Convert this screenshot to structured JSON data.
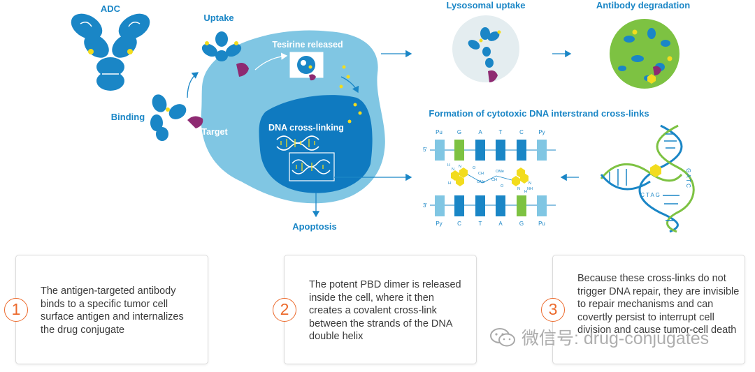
{
  "labels": {
    "adc": "ADC",
    "uptake": "Uptake",
    "binding": "Binding",
    "target": "Target",
    "tesirine_released": "Tesirine released",
    "dna_crosslinking": "DNA cross-linking",
    "apoptosis": "Apoptosis",
    "lysosomal_uptake": "Lysosomal uptake",
    "antibody_degradation": "Antibody degradation",
    "formation_title": "Formation of cytotoxic DNA interstrand cross-links"
  },
  "dna_panel": {
    "top_bases": [
      "Pu",
      "G",
      "A",
      "T",
      "C",
      "Py"
    ],
    "bottom_bases": [
      "Py",
      "C",
      "T",
      "A",
      "G",
      "Pu"
    ],
    "five_prime": "5'",
    "three_prime": "3'",
    "helix_letters_1": "C T A G",
    "helix_letters_2": "G A T C",
    "chem_labels": [
      "H",
      "N",
      "N",
      "H",
      "O",
      "CH",
      "OMe",
      "OMe",
      "CH",
      "O",
      "N",
      "N",
      "H",
      "NH"
    ]
  },
  "cards": [
    {
      "number": "1",
      "text": "The antigen-targeted antibody binds to a specific tumor cell surface antigen and internalizes the drug conjugate"
    },
    {
      "number": "2",
      "text": "The potent PBD dimer is released inside the cell, where it then creates a covalent cross-link between the strands of the DNA double helix"
    },
    {
      "number": "3",
      "text": "Because these cross-links do not trigger DNA repair, they are invisible to repair mechanisms and can covertly persist to interrupt cell division and cause tumor-cell death"
    }
  ],
  "watermark": {
    "text": "微信号: drug-conjugates"
  },
  "colors": {
    "antibody_blue": "#1a86c6",
    "cell_light": "#80c6e3",
    "nucleus": "#0f7ac0",
    "target_purple": "#8e2a72",
    "payload_yellow": "#f2dc1e",
    "degradation_green": "#7dc242",
    "accent_orange": "#ec6a2c"
  }
}
